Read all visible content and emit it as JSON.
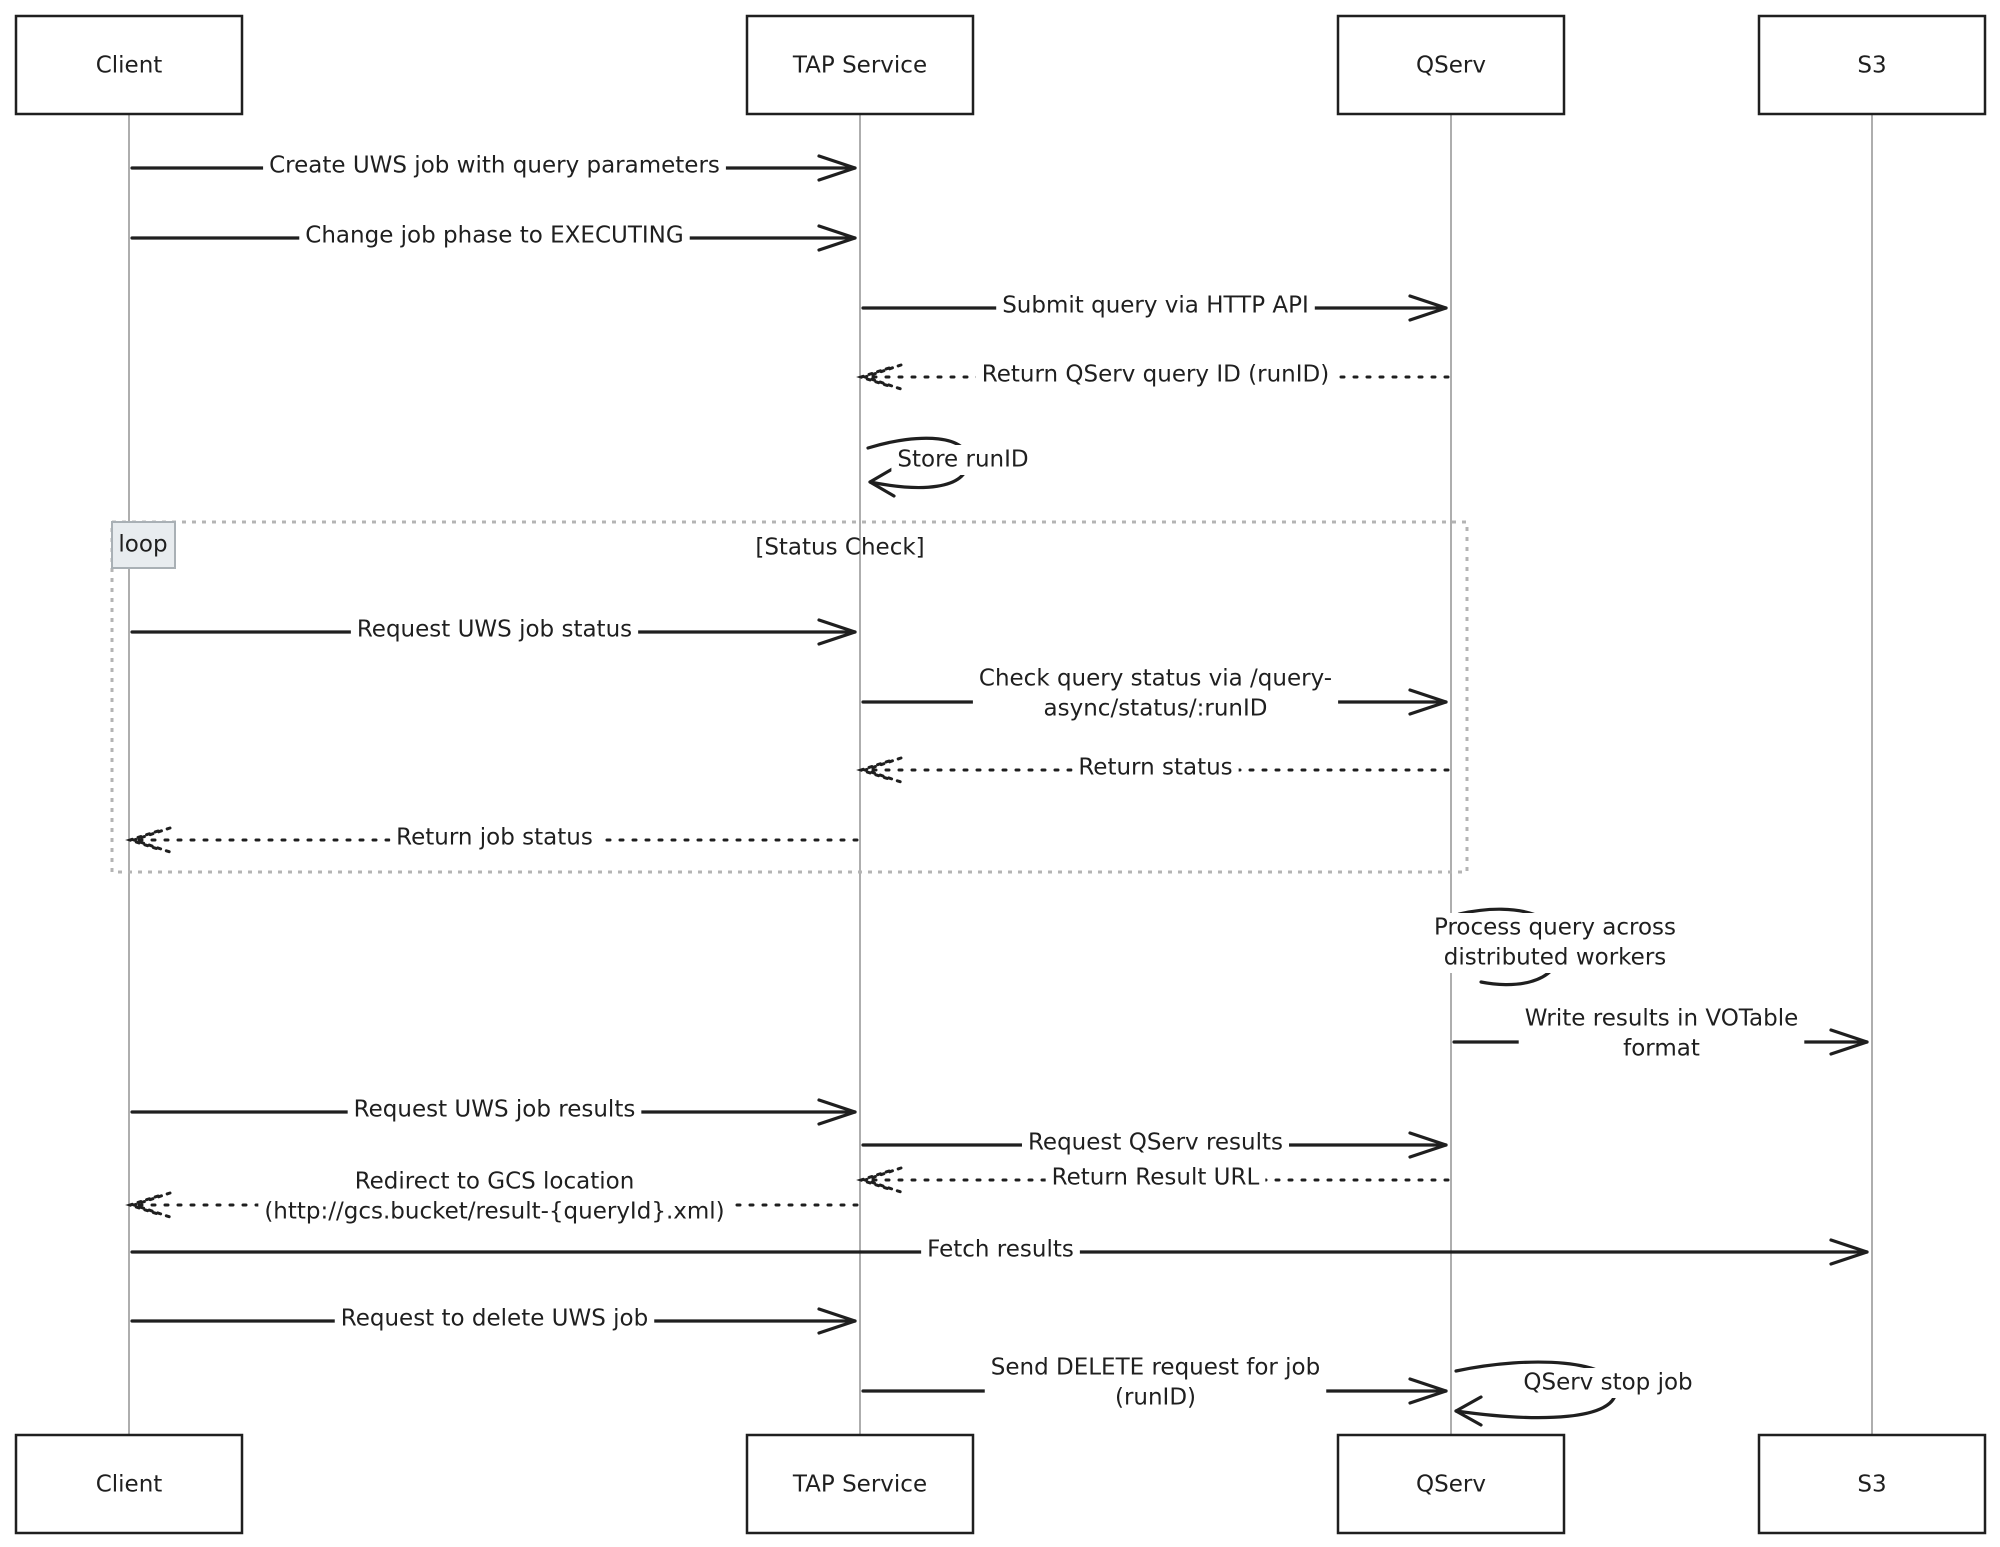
{
  "participants": [
    {
      "id": "client",
      "name": "Client"
    },
    {
      "id": "tap",
      "name": "TAP Service"
    },
    {
      "id": "qserv",
      "name": "QServ"
    },
    {
      "id": "s3",
      "name": "S3"
    }
  ],
  "loop": {
    "tag": "loop",
    "condition": "[Status Check]"
  },
  "messages": [
    {
      "from": "client",
      "to": "tap",
      "style": "solid",
      "lines": [
        "Create UWS job with query parameters"
      ]
    },
    {
      "from": "client",
      "to": "tap",
      "style": "solid",
      "lines": [
        "Change job phase to EXECUTING"
      ]
    },
    {
      "from": "tap",
      "to": "qserv",
      "style": "solid",
      "lines": [
        "Submit query via HTTP API"
      ]
    },
    {
      "from": "qserv",
      "to": "tap",
      "style": "dotted",
      "lines": [
        "Return QServ query ID (runID)"
      ]
    },
    {
      "from": "tap",
      "to": "tap",
      "style": "self",
      "lines": [
        "Store runID"
      ]
    },
    {
      "from": "client",
      "to": "tap",
      "style": "solid",
      "lines": [
        "Request UWS job status"
      ]
    },
    {
      "from": "tap",
      "to": "qserv",
      "style": "solid",
      "lines": [
        "Check query status via /query-",
        "async/status/:runID"
      ]
    },
    {
      "from": "qserv",
      "to": "tap",
      "style": "dotted",
      "lines": [
        "Return status"
      ]
    },
    {
      "from": "tap",
      "to": "client",
      "style": "dotted",
      "lines": [
        "Return job status"
      ]
    },
    {
      "from": "qserv",
      "to": "qserv",
      "style": "self",
      "lines": [
        "Process query across",
        "distributed workers"
      ]
    },
    {
      "from": "qserv",
      "to": "s3",
      "style": "solid",
      "lines": [
        "Write results in VOTable",
        "format"
      ]
    },
    {
      "from": "client",
      "to": "tap",
      "style": "solid",
      "lines": [
        "Request UWS job results"
      ]
    },
    {
      "from": "tap",
      "to": "qserv",
      "style": "solid",
      "lines": [
        "Request QServ results"
      ]
    },
    {
      "from": "qserv",
      "to": "tap",
      "style": "dotted",
      "lines": [
        "Return Result URL"
      ]
    },
    {
      "from": "tap",
      "to": "client",
      "style": "dotted",
      "lines": [
        "Redirect to GCS location",
        "(http://gcs.bucket/result-{queryId}.xml)"
      ]
    },
    {
      "from": "client",
      "to": "s3",
      "style": "solid",
      "lines": [
        "Fetch results"
      ]
    },
    {
      "from": "client",
      "to": "tap",
      "style": "solid",
      "lines": [
        "Request to delete UWS job"
      ]
    },
    {
      "from": "tap",
      "to": "qserv",
      "style": "solid",
      "lines": [
        "Send DELETE request for job",
        "(runID)"
      ]
    },
    {
      "from": "qserv",
      "to": "qserv",
      "style": "self",
      "lines": [
        "QServ stop job"
      ]
    }
  ]
}
